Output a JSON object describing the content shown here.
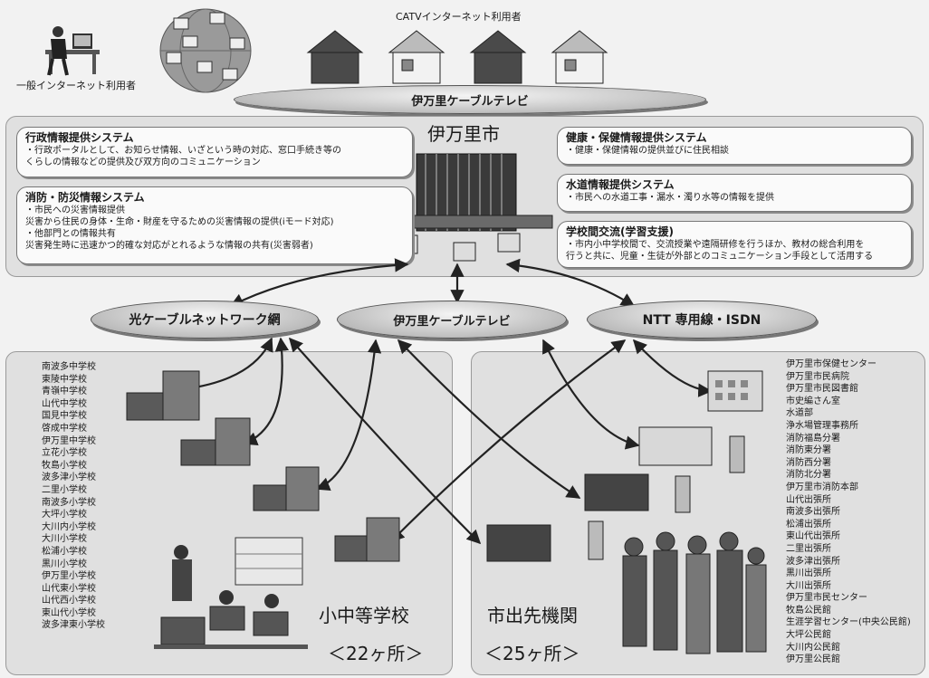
{
  "top": {
    "general_user_label": "一般インターネット利用者",
    "catv_user_label": "CATVインターネット利用者",
    "banner": "伊万里ケーブルテレビ"
  },
  "city": {
    "title": "伊万里市",
    "boxes": {
      "admin": {
        "title": "行政情報提供システム",
        "lines": [
          "・行政ポータルとして、お知らせ情報、いざという時の対応、窓口手続き等の",
          "くらしの情報などの提供及び双方向のコミュニケーション"
        ]
      },
      "disaster": {
        "title": "消防・防災情報システム",
        "lines": [
          "・市民への災害情報提供",
          "災害から住民の身体・生命・財産を守るための災害情報の提供(iモード対応)",
          "・他部門との情報共有",
          "災害発生時に迅速かつ的確な対応がとれるような情報の共有(災害弱者)"
        ]
      },
      "health": {
        "title": "健康・保健情報提供システム",
        "lines": [
          "・健康・保健情報の提供並びに住民相談"
        ]
      },
      "water": {
        "title": "水道情報提供システム",
        "lines": [
          "・市民への水道工事・漏水・濁り水等の情報を提供"
        ]
      },
      "school_exchange": {
        "title": "学校間交流(学習支援)",
        "lines": [
          "・市内小中学校間で、交流授業や遠隔研修を行うほか、教材の総合利用を",
          "行うと共に、児童・生徒が外部とのコミュニケーション手段として活用する"
        ]
      }
    }
  },
  "networks": [
    "光ケーブルネットワーク網",
    "伊万里ケーブルテレビ",
    "NTT 専用線・ISDN"
  ],
  "schools": {
    "items": [
      "南波多中学校",
      "東陵中学校",
      "青嶺中学校",
      "山代中学校",
      "国見中学校",
      "啓成中学校",
      "伊万里中学校",
      "立花小学校",
      "牧島小学校",
      "波多津小学校",
      "二里小学校",
      "南波多小学校",
      "大坪小学校",
      "大川内小学校",
      "大川小学校",
      "松浦小学校",
      "黒川小学校",
      "伊万里小学校",
      "山代東小学校",
      "山代西小学校",
      "東山代小学校",
      "波多津東小学校"
    ],
    "label": "小中等学校",
    "count": "＜22ヶ所＞"
  },
  "branches": {
    "items": [
      "伊万里市保健センター",
      "伊万里市民病院",
      "伊万里市民図書館",
      "市史編さん室",
      "水道部",
      "浄水場管理事務所",
      "消防福島分署",
      "消防東分署",
      "消防西分署",
      "消防北分署",
      "伊万里市消防本部",
      "山代出張所",
      "南波多出張所",
      "松浦出張所",
      "東山代出張所",
      "二里出張所",
      "波多津出張所",
      "黒川出張所",
      "大川出張所",
      "伊万里市民センター",
      "牧島公民館",
      "生涯学習センター(中央公民館)",
      "大坪公民館",
      "大川内公民館",
      "伊万里公民館"
    ],
    "label": "市出先機関",
    "count": "＜25ヶ所＞"
  },
  "colors": {
    "panel": "#e0e0e0",
    "box": "#fafafa",
    "oval": "#bdbdbd",
    "arrow": "#222222"
  }
}
